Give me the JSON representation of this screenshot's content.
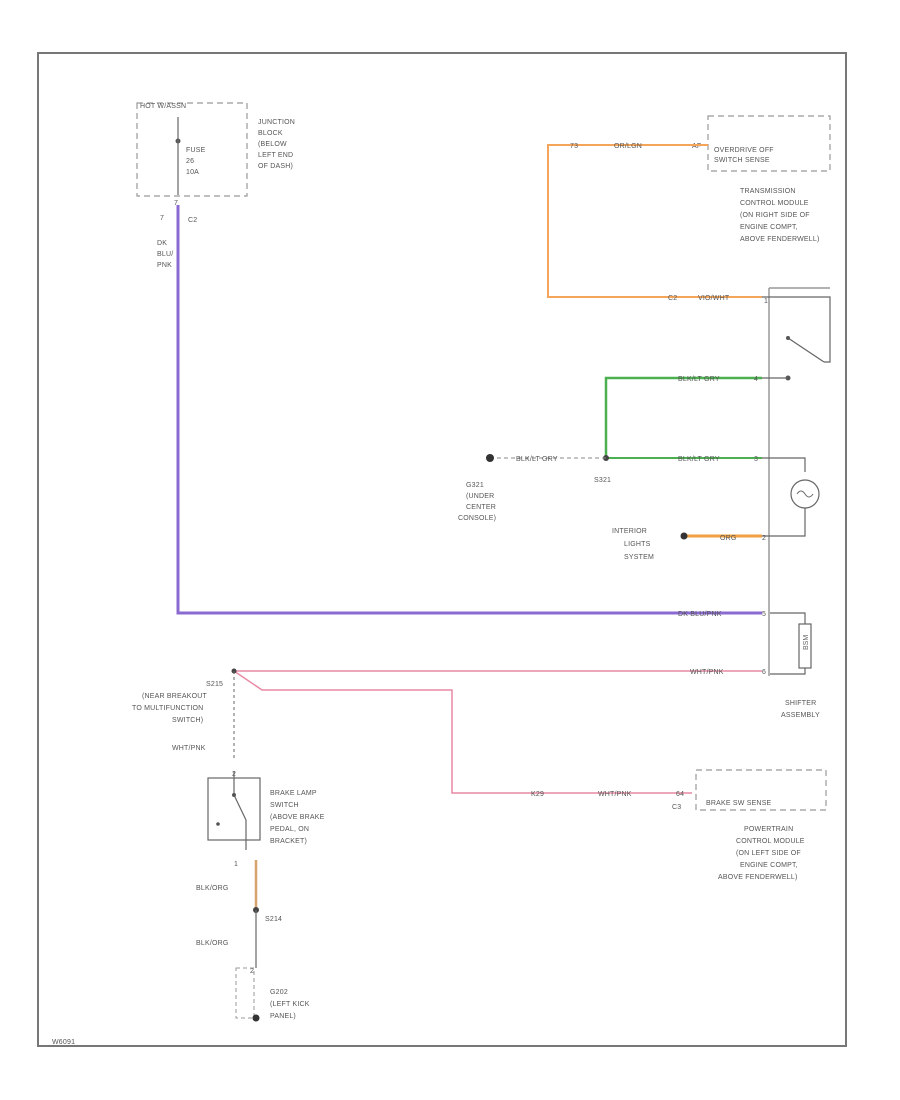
{
  "fuse_box": {
    "hot_label": "HOT W/ASSN",
    "fuse_name": "FUSE",
    "fuse_number": "26",
    "fuse_rating": "10A",
    "location": [
      "JUNCTION",
      "BLOCK",
      "(BELOW",
      "LEFT END",
      "OF DASH)"
    ],
    "pin_left": "7",
    "connector": "C2",
    "wire": [
      "DK",
      "BLU/",
      "PNK"
    ]
  },
  "tcm": {
    "connector_pin_top": "73",
    "wire_top": "OR/LGN",
    "pin_top_right": "AF",
    "switch_sense": [
      "OVERDRIVE OFF",
      "SWITCH SENSE"
    ],
    "location": [
      "TRANSMISSION",
      "CONTROL MODULE",
      "(ON RIGHT SIDE OF",
      "ENGINE COMPT,",
      "ABOVE FENDERWELL)"
    ],
    "connector_bottom": "C2",
    "wire_bottom": "VIO/WHT",
    "pin_bottom": "1"
  },
  "shifter": {
    "wire_blk_gry_1": "BLK/LT GRY",
    "pin_4": "4",
    "wire_blk_gry_2": "BLK/LT GRY",
    "pin_3": "3",
    "splice_wire": "BLK/LT GRY",
    "splice": "S321",
    "ground_label": [
      "G321",
      "(UNDER",
      "CENTER",
      "CONSOLE)"
    ],
    "interior_lights": [
      "INTERIOR",
      "LIGHTS",
      "SYSTEM"
    ],
    "wire_org": "ORG",
    "pin_2": "2",
    "wire_blu_pnk": "DK BLU/PNK",
    "pin_5": "5",
    "wire_wht_pnk": "WHT/PNK",
    "pin_6": "6",
    "solenoid_label": "BSM",
    "label": [
      "SHIFTER",
      "ASSEMBLY"
    ]
  },
  "brake": {
    "splice": "S215",
    "splice_note": [
      "(NEAR BREAKOUT",
      "TO MULTIFUNCTION",
      "SWITCH)"
    ],
    "wire_top": "WHT/PNK",
    "pin_top": "2",
    "switch_label": [
      "BRAKE LAMP",
      "SWITCH",
      "(ABOVE BRAKE",
      "PEDAL, ON",
      "BRACKET)"
    ],
    "pin_bottom": "1",
    "wire_1": "BLK/ORG",
    "splice_2": "S214",
    "wire_2": "BLK/ORG",
    "ground_pin": "2",
    "ground_label": [
      "G202",
      "(LEFT KICK",
      "PANEL)"
    ]
  },
  "pcm": {
    "wire_code": "K29",
    "wire": "WHT/PNK",
    "pin": "64",
    "connector": "C3",
    "input": "BRAKE SW SENSE",
    "location": [
      "POWERTRAIN",
      "CONTROL MODULE",
      "(ON LEFT SIDE OF",
      "ENGINE COMPT,",
      "ABOVE FENDERWELL)"
    ]
  },
  "footer_code": "W6091",
  "colors": {
    "purple": "#8a6ad0",
    "orange": "#f4a55a",
    "green": "#4caf50",
    "pink": "#e88aa4",
    "tan": "#d6a46a",
    "dark_orange": "#f0a040"
  }
}
